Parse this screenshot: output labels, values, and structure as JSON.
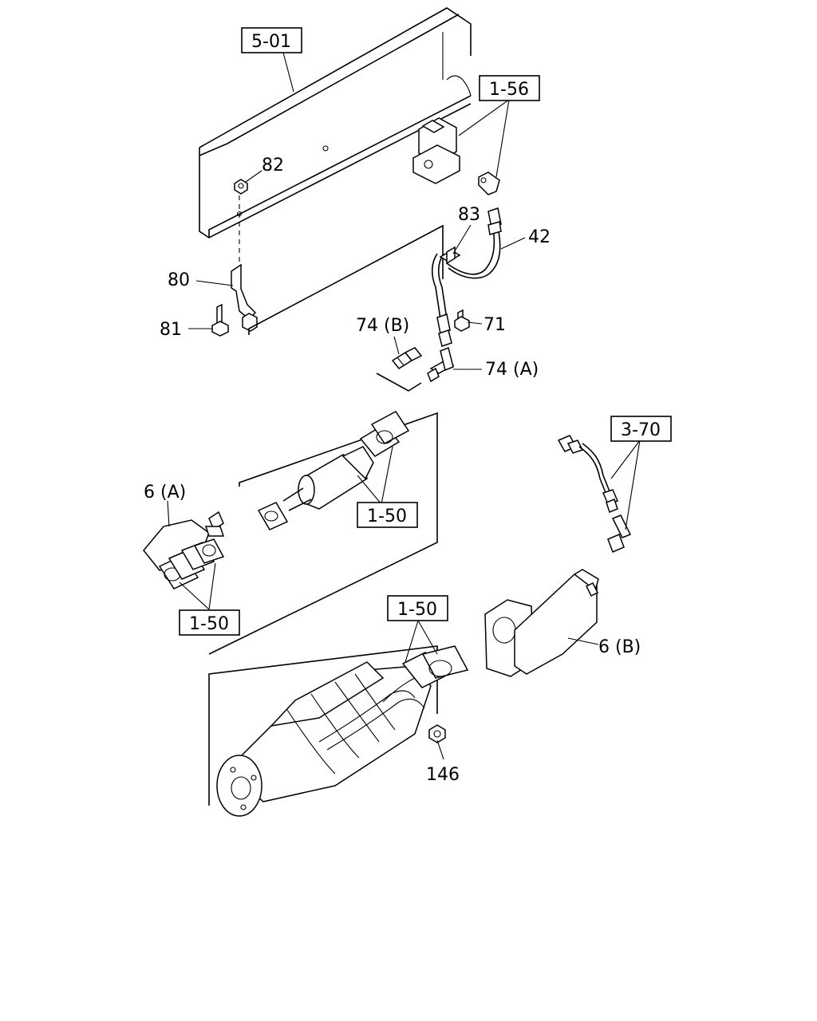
{
  "diagram": {
    "ref_boxes": {
      "frame": "5-01",
      "valve": "1-56",
      "front_pipe": "1-50",
      "elbow_gaskets": "1-50",
      "dpf_gaskets": "1-50",
      "sensor": "3-70"
    },
    "labels": {
      "nut_82": "82",
      "clip_83": "83",
      "hose_42": "42",
      "bracket_80": "80",
      "bolt_71": "71",
      "bolt_81": "81",
      "fitting_74b": "74 (B)",
      "fitting_74a": "74 (A)",
      "elbow_6a": "6 (A)",
      "elbow_6b": "6 (B)",
      "nut_146": "146"
    }
  }
}
